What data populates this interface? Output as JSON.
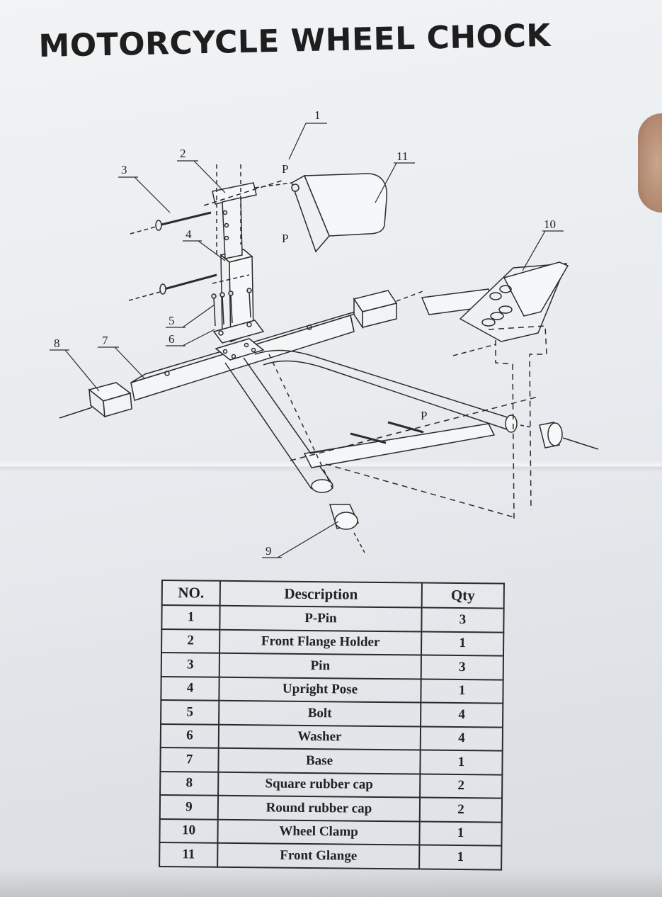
{
  "document": {
    "title": "MOTORCYCLE WHEEL CHOCK"
  },
  "diagram": {
    "callouts": [
      "1",
      "2",
      "3",
      "4",
      "5",
      "6",
      "7",
      "8",
      "9",
      "10",
      "11"
    ],
    "pin_marks": [
      "P",
      "P",
      "P"
    ]
  },
  "parts_table": {
    "headers": [
      "NO.",
      "Description",
      "Qty"
    ],
    "rows": [
      {
        "no": "1",
        "description": "P-Pin",
        "qty": "3"
      },
      {
        "no": "2",
        "description": "Front Flange Holder",
        "qty": "1"
      },
      {
        "no": "3",
        "description": "Pin",
        "qty": "3"
      },
      {
        "no": "4",
        "description": "Upright Pose",
        "qty": "1"
      },
      {
        "no": "5",
        "description": "Bolt",
        "qty": "4"
      },
      {
        "no": "6",
        "description": "Washer",
        "qty": "4"
      },
      {
        "no": "7",
        "description": "Base",
        "qty": "1"
      },
      {
        "no": "8",
        "description": "Square rubber cap",
        "qty": "2"
      },
      {
        "no": "9",
        "description": "Round rubber cap",
        "qty": "2"
      },
      {
        "no": "10",
        "description": "Wheel Clamp",
        "qty": "1"
      },
      {
        "no": "11",
        "description": "Front Glange",
        "qty": "1"
      }
    ]
  }
}
